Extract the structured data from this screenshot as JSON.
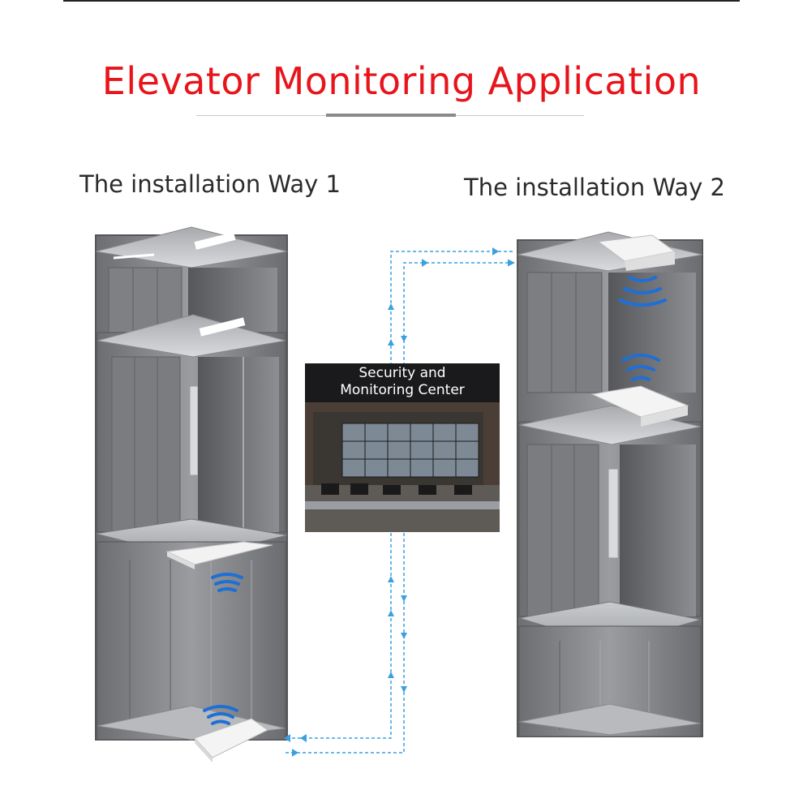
{
  "title": "Elevator Monitoring Application",
  "ways": [
    {
      "label": "The installation Way 1"
    },
    {
      "label": "The installation Way 2"
    }
  ],
  "center": {
    "caption_line1": "Security and",
    "caption_line2": "Monitoring Center"
  },
  "colors": {
    "title": "#e8141b",
    "signal": "#1f6fd6",
    "link": "#3aa0e0",
    "cabin_steel": "#7e8084"
  },
  "icons": [
    "wifi-signal-icon",
    "access-point-device-icon",
    "link-arrow-icon"
  ]
}
